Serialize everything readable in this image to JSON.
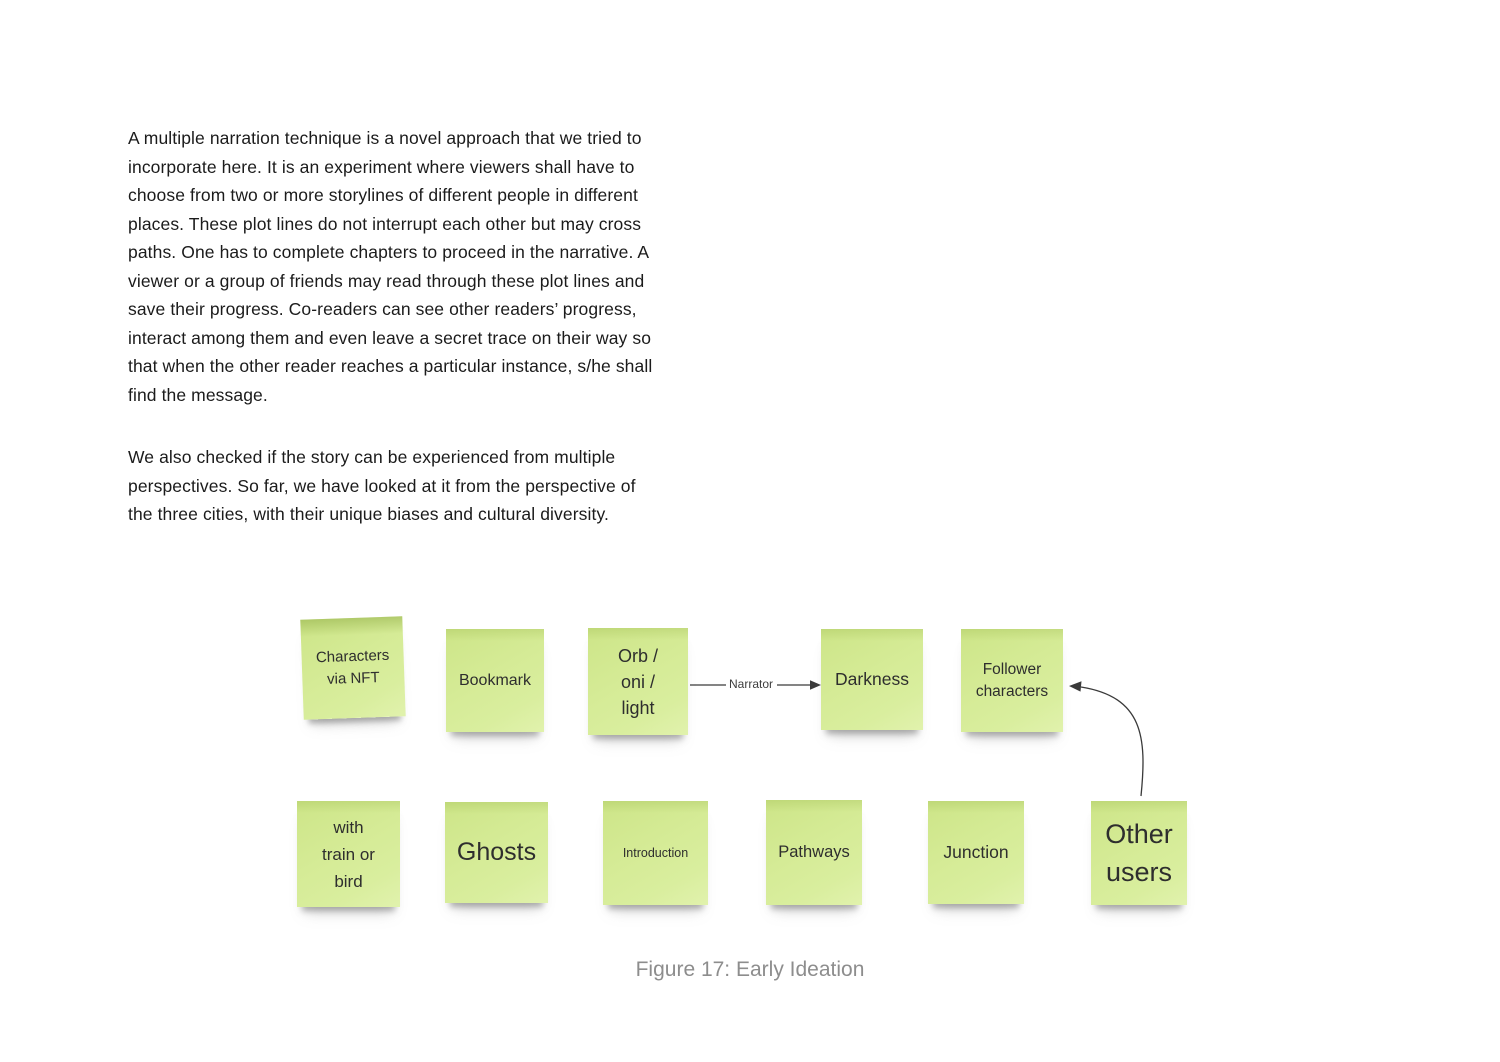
{
  "document": {
    "paragraphs": [
      "A multiple narration technique is a novel approach that we tried to\nincorporate here. It is an experiment where viewers shall have to\nchoose from two or more storylines of different people in different\nplaces. These plot lines do not interrupt each other but may cross\npaths. One has to complete chapters to proceed in the narrative. A\nviewer or a group of friends may read through these plot lines and\nsave their progress. Co-readers can see other readers’ progress,\ninteract among them and even leave a secret trace on their way so\nthat when the other reader reaches a particular instance, s/he shall\nfind the message.",
      "We also checked if the story can be experienced from multiple\nperspectives. So far, we have looked at it from the perspective of\nthe three cities, with their unique biases and cultural diversity."
    ]
  },
  "figure": {
    "caption": "Figure 17: Early Ideation",
    "connector": {
      "label": "Narrator"
    },
    "notes": [
      {
        "label": "Characters\nvia NFT"
      },
      {
        "label": "Bookmark"
      },
      {
        "label": "Orb /\noni /\nlight"
      },
      {
        "label": "Darkness"
      },
      {
        "label": "Follower\ncharacters"
      },
      {
        "label": "with\ntrain or\nbird"
      },
      {
        "label": "Ghosts"
      },
      {
        "label": "Introduction"
      },
      {
        "label": "Pathways"
      },
      {
        "label": "Junction"
      },
      {
        "label": "Other\nusers"
      }
    ]
  },
  "colors": {
    "note_green": "#d6ec9b",
    "note_text": "#2e2e2e",
    "arrow": "#3a3a3a",
    "caption_gray": "#8d8d8d",
    "body_text": "#1b1b1b",
    "background": "#ffffff"
  }
}
